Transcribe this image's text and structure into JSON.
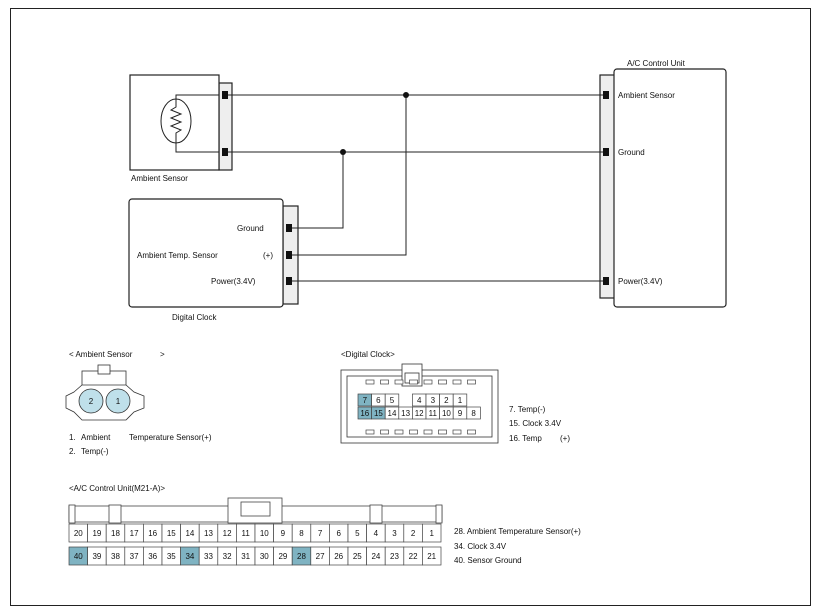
{
  "schematic": {
    "ac_unit_title": "A/C Control Unit",
    "ac_ambient_sensor": "Ambient Sensor",
    "ac_ground": "Ground",
    "ac_power": "Power(3.4V)",
    "ambient_sensor_caption": "Ambient Sensor",
    "clock_ground": "Ground",
    "clock_ambient_temp_sensor": "Ambient Temp. Sensor",
    "clock_plus": "(+)",
    "clock_power": "Power(3.4V)",
    "digital_clock_caption": "Digital Clock"
  },
  "ambient_connector": {
    "title_left": "< Ambient Sensor",
    "title_right": ">",
    "pins": [
      "2",
      "1"
    ],
    "legend": [
      {
        "num": "1.",
        "a": "Ambient",
        "b": "Temperature Sensor(+)"
      },
      {
        "num": "2.",
        "a": "Temp(-)",
        "b": ""
      }
    ]
  },
  "clock_connector": {
    "title": "<Digital Clock>",
    "top_row": [
      "7",
      "6",
      "5",
      "",
      "4",
      "3",
      "2",
      "1"
    ],
    "bottom_row": [
      "16",
      "15",
      "14",
      "13",
      "12",
      "11",
      "10",
      "9",
      "8"
    ],
    "highlight": [
      "7",
      "16",
      "15"
    ],
    "legend": [
      {
        "num": "7.",
        "text": "Temp(-)"
      },
      {
        "num": "15.",
        "text": "Clock 3.4V"
      },
      {
        "num": "16.",
        "text": "Temp",
        "extra": "(+)"
      }
    ]
  },
  "ac_connector": {
    "title": "<A/C Control Unit(M21-A)>",
    "top_row": [
      "20",
      "19",
      "18",
      "17",
      "16",
      "15",
      "14",
      "13",
      "12",
      "11",
      "10",
      "9",
      "8",
      "7",
      "6",
      "5",
      "4",
      "3",
      "2",
      "1"
    ],
    "bottom_row": [
      "40",
      "39",
      "38",
      "37",
      "36",
      "35",
      "34",
      "33",
      "32",
      "31",
      "30",
      "29",
      "28",
      "27",
      "26",
      "25",
      "24",
      "23",
      "22",
      "21"
    ],
    "highlight": [
      "40",
      "34",
      "28"
    ],
    "legend": [
      {
        "num": "28.",
        "text": "Ambient Temperature Sensor(+)"
      },
      {
        "num": "34.",
        "text": "Clock 3.4V"
      },
      {
        "num": "40.",
        "text": "Sensor Ground"
      }
    ]
  },
  "colors": {
    "highlight": "#7fb3c2",
    "pin_fill": "#bfe0ea",
    "line": "#222222"
  }
}
